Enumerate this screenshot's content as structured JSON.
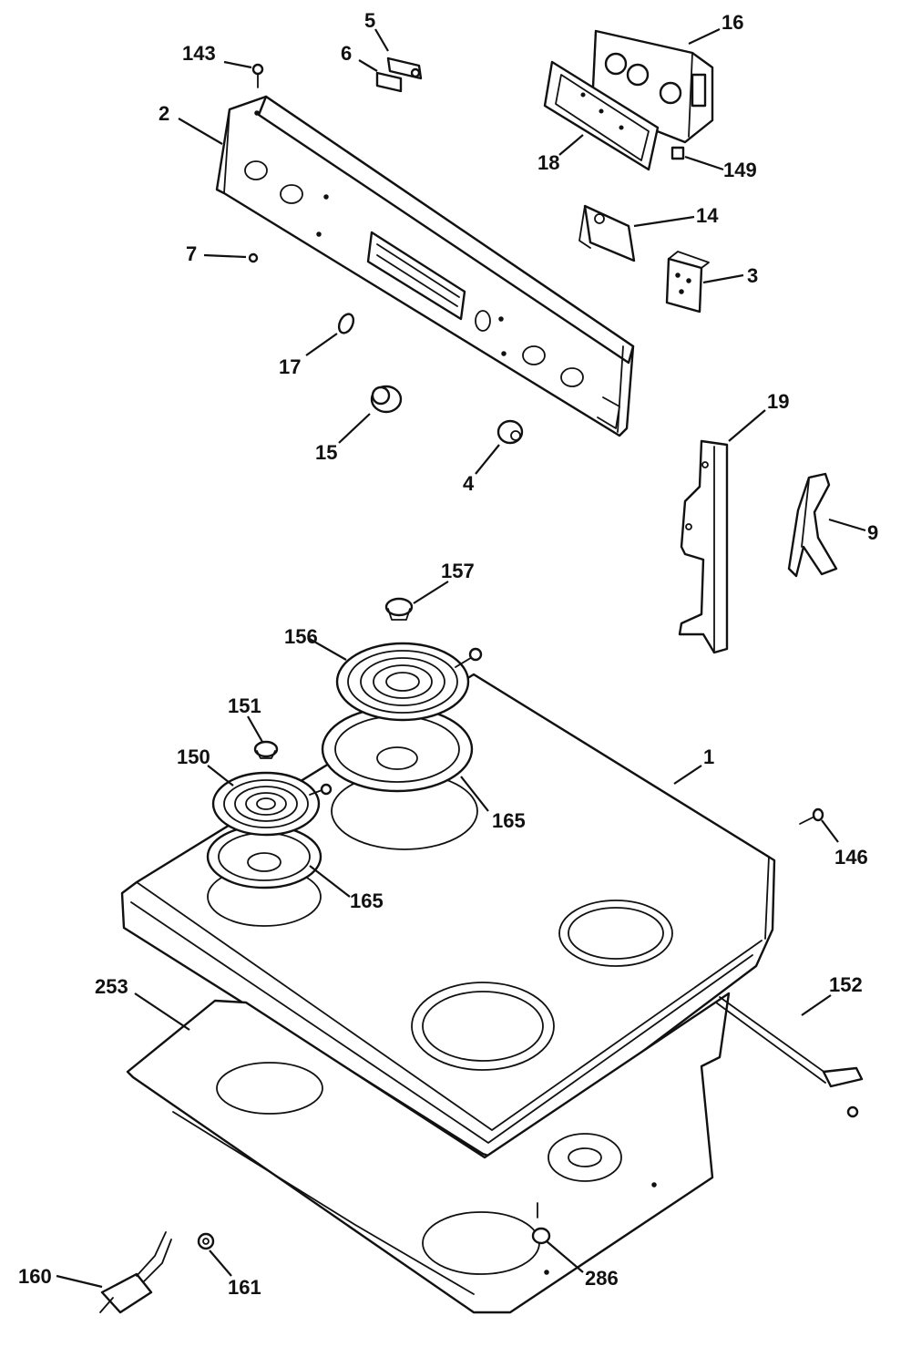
{
  "callouts": {
    "c143": "143",
    "c5": "5",
    "c6": "6",
    "c16": "16",
    "c2": "2",
    "c18": "18",
    "c149": "149",
    "c14": "14",
    "c7": "7",
    "c3": "3",
    "c17": "17",
    "c15": "15",
    "c4": "4",
    "c19": "19",
    "c9": "9",
    "c157": "157",
    "c156": "156",
    "c151": "151",
    "c150": "150",
    "c1": "1",
    "c165a": "165",
    "c165b": "165",
    "c146": "146",
    "c253": "253",
    "c152": "152",
    "c160": "160",
    "c161": "161",
    "c286": "286"
  },
  "colors": {
    "line": "#111111",
    "background": "#ffffff"
  }
}
